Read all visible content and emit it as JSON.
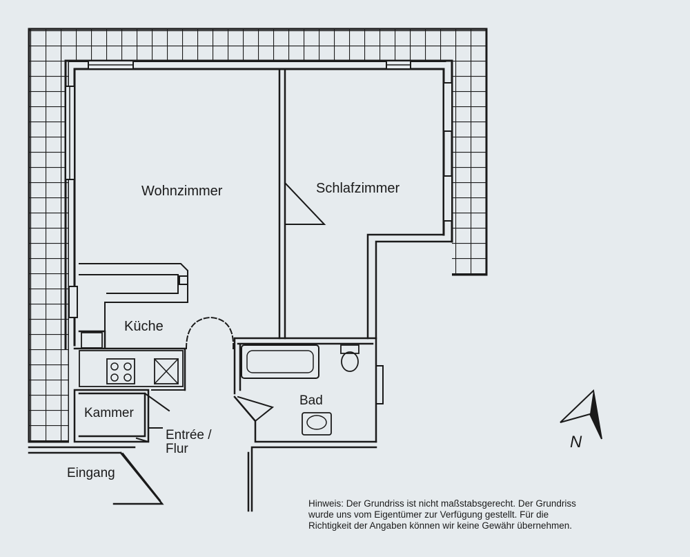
{
  "rooms": {
    "wohnzimmer": "Wohnzimmer",
    "schlafzimmer": "Schlafzimmer",
    "kueche": "Küche",
    "bad": "Bad",
    "kammer": "Kammer",
    "entree_line1": "Entrée /",
    "entree_line2": "Flur",
    "eingang": "Eingang"
  },
  "north_arrow": {
    "label": "N"
  },
  "note": {
    "line1": "Hinweis: Der Grundriss ist nicht maßstabsgerecht. Der Grundriss",
    "line2": "wurde uns vom Eigentümer zur Verfügung gestellt. Für die",
    "line3": "Richtigkeit der Angaben können wir keine Gewähr übernehmen."
  },
  "colors": {
    "ink": "#1a1a1a",
    "paper": "#e6ebee"
  }
}
